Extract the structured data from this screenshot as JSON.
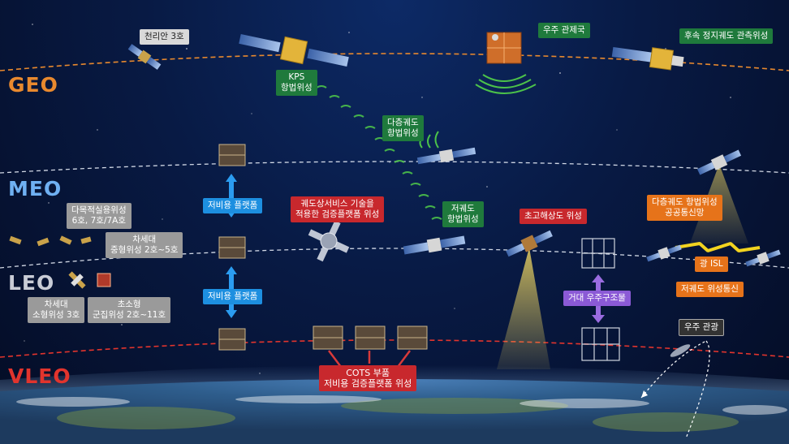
{
  "orbits": {
    "geo": {
      "label": "GEO",
      "color": "#e8892e"
    },
    "meo": {
      "label": "MEO",
      "color": "#6fb0f2"
    },
    "leo": {
      "label": "LEO",
      "color": "#c9ccd6"
    },
    "vleo": {
      "label": "VLEO",
      "color": "#e2342d"
    }
  },
  "labels": {
    "chollian": "천리안 3호",
    "kps_line1": "KPS",
    "kps_line2": "항법위성",
    "space_control": "우주 관제국",
    "successor_geo": "후속 정지궤도 관측위성",
    "multi_nav_line1": "다층궤도",
    "multi_nav_line2": "항법위성",
    "low_nav_line1": "저궤도",
    "low_nav_line2": "항법위성",
    "platform_top": "저비용 플랫폼",
    "platform_bottom": "저비용 플랫폼",
    "onorbit_line1": "궤도상서비스 기술을",
    "onorbit_line2": "적용한 검증플랫폼 위성",
    "super_res": "초고해상도 위성",
    "multi_comm_line1": "다층궤도 항법위성",
    "multi_comm_line2": "공공통신망",
    "optical_isl": "광 ISL",
    "low_comm": "저궤도 위성통신",
    "giant_structure": "거대 우주구조물",
    "space_tour": "우주 관광",
    "multi_purpose_line1": "다목적실용위성",
    "multi_purpose_line2": "6호, 7호/7A호",
    "next_medium_line1": "차세대",
    "next_medium_line2": "중형위성 2호~5호",
    "next_small_line1": "차세대",
    "next_small_line2": "소형위성 3호",
    "micro_line1": "초소형",
    "micro_line2": "군집위성 2호~11호",
    "cots_line1": "COTS 부품",
    "cots_line2": "저비용 검증플랫폼 위성"
  },
  "colors": {
    "tag_green": "#1f7a3c",
    "tag_red": "#c8282d",
    "tag_orange": "#e6731a",
    "tag_blue": "#1d8fe0",
    "tag_purple": "#8b5ad6",
    "beam": "#e8d060",
    "signal": "#4cc24a",
    "isl": "#f2d31f"
  }
}
